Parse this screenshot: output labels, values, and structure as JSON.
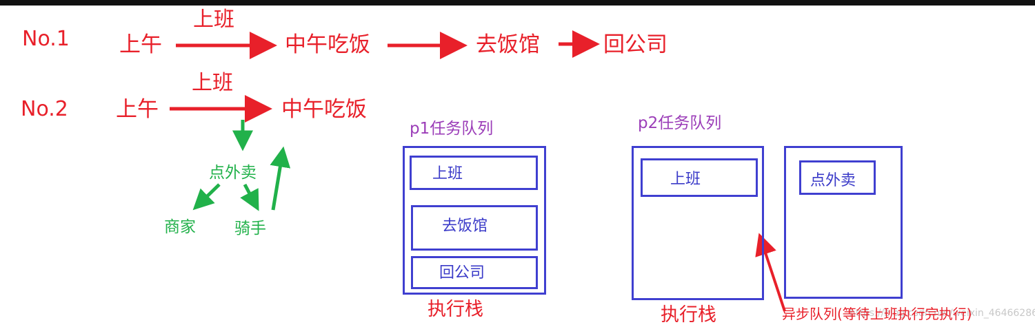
{
  "colors": {
    "red": "#e8202a",
    "green": "#21b14a",
    "purple": "#9b3db8",
    "blue": "#3f3fd0"
  },
  "row1": {
    "label": "No.1",
    "start": "上午",
    "arrow_label": "上班",
    "step2": "中午吃饭",
    "step3": "去饭馆",
    "step4": "回公司"
  },
  "row2": {
    "label": "No.2",
    "start": "上午",
    "arrow_label": "上班",
    "step2": "中午吃饭",
    "order": "点外卖",
    "merchant": "商家",
    "rider": "骑手"
  },
  "p1": {
    "title": "p1任务队列",
    "items": [
      "上班",
      "去饭馆",
      "回公司"
    ],
    "stack_label": "执行栈"
  },
  "p2": {
    "title": "p2任务队列",
    "stack_item": "上班",
    "queue_item": "点外卖",
    "stack_label": "执行栈",
    "async_label": "异步队列(等待上班执行完执行)"
  },
  "watermark": "https://blog.csdn.net/weixin_46466286"
}
